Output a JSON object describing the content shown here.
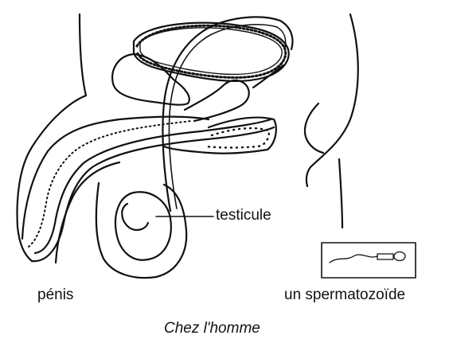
{
  "labels": {
    "testicule": "testicule",
    "penis": "pénis",
    "spermatozoide": "un spermatozoïde",
    "caption": "Chez l'homme"
  },
  "colors": {
    "ink": "#111111",
    "background": "#ffffff"
  }
}
